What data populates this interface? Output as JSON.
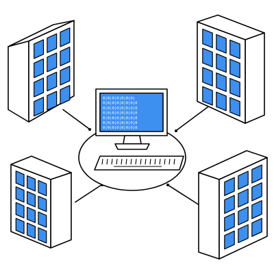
{
  "colors": {
    "ink": "#000000",
    "background": "#ffffff",
    "rack_panel": "#3d8ff0",
    "rack_face": "#ffffff",
    "rack_side": "#ffffff",
    "screen": "#3d8ff0"
  },
  "nodes": {
    "workstation": {
      "icon": "desktop-computer-icon",
      "screen_rows": [
        "0|0|0|0|0|0|0|",
        "0|0|0|0|0|0|0|0",
        "0|0|0|0|0|0|0|0",
        "0|0|0|0|0|0|0|0",
        "0|0|0|0|0|0|0|0",
        "0|0|0|0|0|0|0|0",
        "0|0|0|0|0|0|0|0"
      ]
    },
    "servers": [
      {
        "id": "server-top-left",
        "icon": "server-rack-icon"
      },
      {
        "id": "server-top-right",
        "icon": "server-rack-icon"
      },
      {
        "id": "server-bottom-left",
        "icon": "server-rack-icon"
      },
      {
        "id": "server-bottom-right",
        "icon": "server-rack-icon"
      }
    ]
  }
}
